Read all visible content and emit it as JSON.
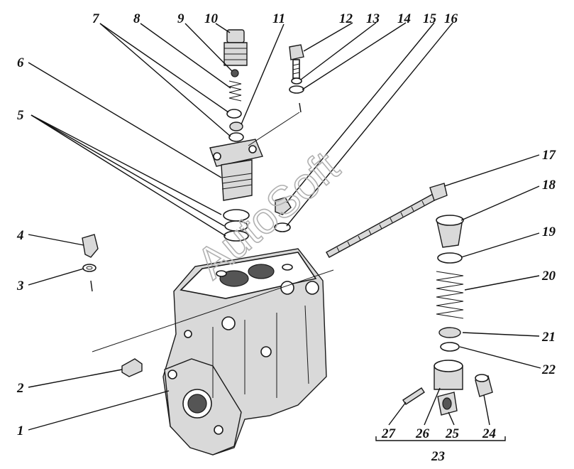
{
  "watermark": "AutoSoft",
  "callouts": [
    "1",
    "2",
    "3",
    "4",
    "5",
    "6",
    "7",
    "8",
    "9",
    "10",
    "11",
    "12",
    "13",
    "14",
    "15",
    "16",
    "17",
    "18",
    "19",
    "20",
    "21",
    "22",
    "23",
    "24",
    "25",
    "26",
    "27"
  ],
  "assembly_label": "23"
}
